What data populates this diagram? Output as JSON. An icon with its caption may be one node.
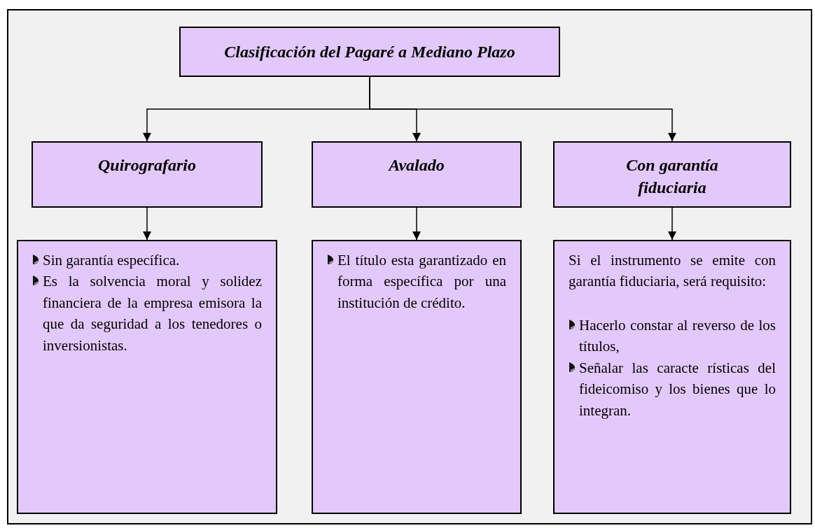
{
  "diagram": {
    "nodes": [
      {
        "text": [
          "Clasificación del Pagaré a Mediano Plazo"
        ]
      },
      {
        "text": [
          "Quirografario"
        ]
      },
      {
        "text": [
          "Avalado"
        ]
      },
      {
        "text": [
          "Con garantía fiduciaria"
        ]
      },
      {
        "text": [
          "Sin garantía específica.",
          "Es la solvencia moral y solidez financiera de la empresa emisora la que da seguridad a los tenedores o inversionistas."
        ]
      },
      {
        "text": [
          "El título esta garantizado en forma específica por una institución de crédito."
        ]
      },
      {
        "text": [
          "Si el instrumento se emite con garantía fiduciaria, será requisito:",
          "Hacerlo constar al reverso de los títulos,",
          "Señalar las caracte rísticas del fideicomiso y los bienes que lo integran."
        ]
      }
    ],
    "edges": [
      {
        "from": 0,
        "to": 1,
        "arrow": "to"
      },
      {
        "from": 0,
        "to": 2,
        "arrow": "to"
      },
      {
        "from": 0,
        "to": 3,
        "arrow": "to"
      },
      {
        "from": 1,
        "to": 4,
        "arrow": "to"
      },
      {
        "from": 2,
        "to": 5,
        "arrow": "to"
      },
      {
        "from": 3,
        "to": 6,
        "arrow": "to"
      }
    ]
  }
}
